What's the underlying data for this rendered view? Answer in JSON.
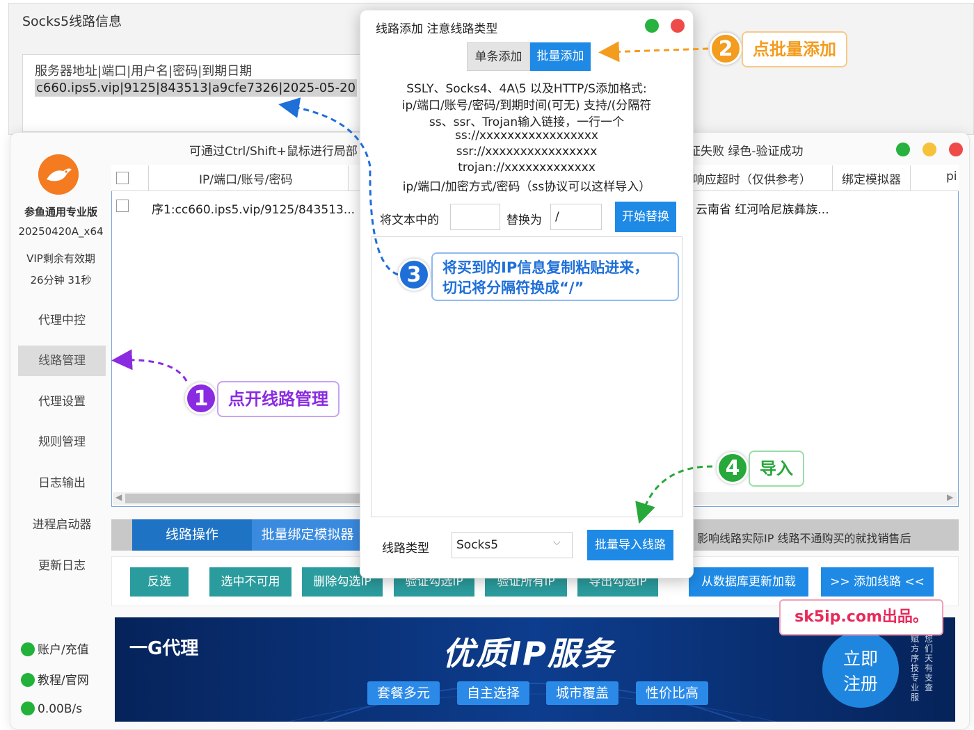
{
  "background_window": {
    "title": "Socks5线路信息",
    "header": "服务器地址|端口|用户名|密码|到期日期",
    "line": "c660.ips5.vip|9125|843513|a9cfe7326|2025-05-20"
  },
  "sidebar": {
    "product": "参鱼通用专业版",
    "version": "20250420A_x64",
    "vip_label": "VIP剩余有效期",
    "vip_time": "26分钟 31秒",
    "items": [
      "代理中控",
      "线路管理",
      "代理设置",
      "规则管理",
      "日志输出",
      "进程启动器",
      "更新日志"
    ],
    "status": [
      "账户/充值",
      "教程/官网",
      "0.00B/s"
    ]
  },
  "main": {
    "hint_left": "可通过Ctrl/Shift+鼠标进行局部",
    "hint_right": "证失败 绿色-验证成功",
    "columns": [
      "IP/端口/账号/密码",
      "响应超时（仅供参考）",
      "绑定模拟器",
      "pi"
    ],
    "rows": [
      {
        "ip": "序1:cc660.ips5.vip/9125/843513...",
        "location": "云南省 红河哈尼族彝族..."
      }
    ],
    "op_tabs": [
      "线路操作",
      "批量绑定模拟器"
    ],
    "op_note": "影响线路实际IP 线路不通购买的就找销售后",
    "buttons": [
      "反选",
      "选中不可用",
      "删除勾选IP",
      "验证勾选IP",
      "验证所有IP",
      "导出勾选IP",
      "从数据库更新加载",
      ">> 添加线路 <<"
    ]
  },
  "banner": {
    "logo": "一G代理",
    "title": "优质IP服务",
    "chips": [
      "套餐多元",
      "自主选择",
      "城市覆盖",
      "性价比高"
    ],
    "register": [
      "立即",
      "注册"
    ],
    "side_text": [
      "赋方序技专业服",
      "您们天有支查"
    ]
  },
  "dialog": {
    "title": "线路添加 注意线路类型",
    "tabs": [
      "单条添加",
      "批量添加"
    ],
    "format_lines": [
      "SSLY、Socks4、4A\\5 以及HTTP/S添加格式:",
      "ip/端口/账号/密码/到期时间(可无) 支持/(分隔符",
      "ss、ssr、Trojan输入链接，一行一个",
      "ss://xxxxxxxxxxxxxxxxx",
      "ssr://xxxxxxxxxxxxxxxx",
      "trojan://xxxxxxxxxxxxx",
      "ip/端口/加密方式/密码（ss协议可以这样导入）"
    ],
    "replace_label": "将文本中的",
    "replace_from": "",
    "replace_to_label": "替换为",
    "replace_to": "/",
    "replace_button": "开始替换",
    "type_label": "线路类型",
    "type_value": "Socks5",
    "import_button": "批量导入线路"
  },
  "callouts": {
    "step1": "点开线路管理",
    "step2": "点批量添加",
    "step3_line1": "将买到的IP信息复制粘贴进来，",
    "step3_line2": "切记将分隔符换成“/”",
    "step4": "导入",
    "brand": "sk5ip.com出品。",
    "numbers": [
      "1",
      "2",
      "3",
      "4"
    ]
  },
  "colors": {
    "accent_blue": "#1e8ae6",
    "teal": "#2b9c9e",
    "orange": "#f39c1e",
    "purple": "#8a2be2",
    "green": "#27a83b",
    "brand_red": "#e8295a"
  }
}
